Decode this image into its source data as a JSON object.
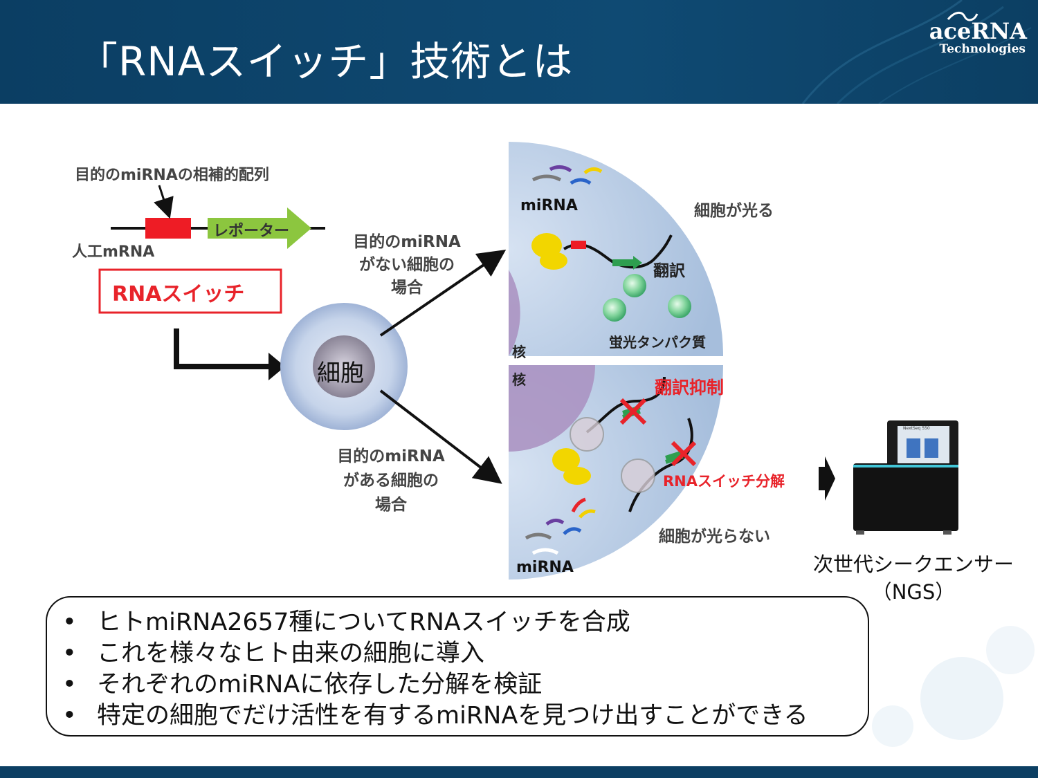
{
  "header": {
    "title": "「RNAスイッチ」技術とは"
  },
  "logo": {
    "line1": "aceRNA",
    "line2": "Technologies"
  },
  "diagram": {
    "complement_label": "目的のmiRNAの相補的配列",
    "reporter_label": "レポーター",
    "mrna_label": "人工mRNA",
    "switch_box": "RNAスイッチ",
    "cell_label": "細胞",
    "branch_top": [
      "目的のmiRNA",
      "がない細胞の",
      "場合"
    ],
    "branch_bottom": [
      "目的のmiRNA",
      "がある細胞の",
      "場合"
    ],
    "top_panel": {
      "mirna": "miRNA",
      "glow": "細胞が光る",
      "translation": "翻訳",
      "protein": "蛍光タンパク質",
      "nucleus": "核"
    },
    "bottom_panel": {
      "nucleus": "核",
      "repression": "翻訳抑制",
      "degradation": "RNAスイッチ分解",
      "no_glow": "細胞が光らない",
      "mirna": "miRNA"
    },
    "ngs": {
      "caption_line1": "次世代シークエンサー",
      "caption_line2": "（NGS）",
      "screen_title": "NextSeq 550"
    }
  },
  "bullets": [
    "ヒトmiRNA2657種についてRNAスイッチを合成",
    "これを様々なヒト由来の細胞に導入",
    "それぞれのmiRNAに依存した分解を検証",
    "特定の細胞でだけ活性を有するmiRNAを見つけ出すことができる"
  ],
  "bullet_symbol": "•",
  "colors": {
    "header": "#0c3f63",
    "switch_red": "#e8232a",
    "reporter_green": "#8cc63f",
    "panel_blue": "#b9cde6",
    "nucleus_purple": "#a98fc0"
  }
}
